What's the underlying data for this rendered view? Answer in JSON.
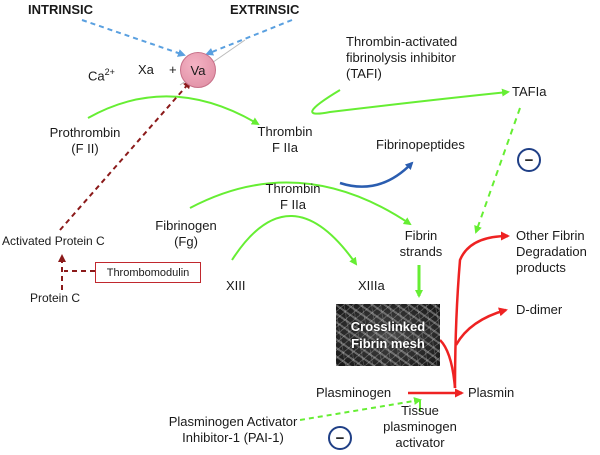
{
  "nodes": {
    "intrinsic": "INTRINSIC",
    "extrinsic": "EXTRINSIC",
    "ca": "Ca",
    "ca_sup": "2+",
    "xa": "Xa",
    "plus": "+",
    "va": "Va",
    "tafi_line1": "Thrombin-activated",
    "tafi_line2": "fibrinolysis inhibitor",
    "tafi_line3": "(TAFI)",
    "tafia": "TAFIa",
    "prothrombin_line1": "Prothrombin",
    "prothrombin_line2": "(F II)",
    "thrombin1_line1": "Thrombin",
    "thrombin1_line2": "F IIa",
    "fibrinopeptides": "Fibrinopeptides",
    "thrombin2_line1": "Thrombin",
    "thrombin2_line2": "F IIa",
    "fibrinogen_line1": "Fibrinogen",
    "fibrinogen_line2": "(Fg)",
    "fibrin_strands_line1": "Fibrin",
    "fibrin_strands_line2": "strands",
    "activated_protein_c": "Activated Protein C",
    "thrombomodulin": "Thrombomodulin",
    "protein_c": "Protein C",
    "xiii": "XIII",
    "xiiia": "XIIIa",
    "mesh_line1": "Crosslinked",
    "mesh_line2": "Fibrin mesh",
    "other_fdp_line1": "Other Fibrin",
    "other_fdp_line2": "Degradation",
    "other_fdp_line3": "products",
    "d_dimer": "D-dimer",
    "plasminogen": "Plasminogen",
    "plasmin": "Plasmin",
    "pai_line1": "Plasminogen Activator",
    "pai_line2": "Inhibitor-1 (PAI-1)",
    "tpa_line1": "Tissue",
    "tpa_line2": "plasminogen",
    "tpa_line3": "activator",
    "inhibit_symbol": "−"
  },
  "colors": {
    "green": "#66ee33",
    "red": "#ee2222",
    "dark_red": "#8b1a1a",
    "blue": "#2a5db0",
    "light_blue": "#5aa0e0",
    "va_pink": "#e49aae",
    "inhibit_ring": "#1f3f86"
  }
}
